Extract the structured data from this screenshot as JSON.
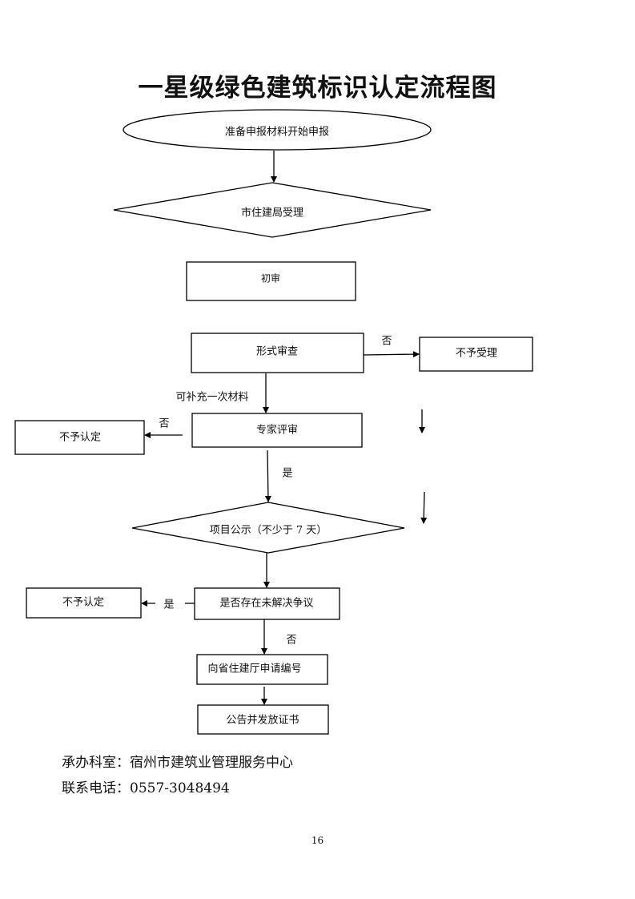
{
  "title": "一星级绿色建筑标识认定流程图",
  "nodes": {
    "start": "准备申报材料开始申报",
    "city_accept": "市住建局受理",
    "initial_review": "初审",
    "formal_review": "形式审查",
    "reject_accept": "不予受理",
    "expert_review": "专家评审",
    "reject_cert_1": "不予认定",
    "publicity": "项目公示（不少于 7 天）",
    "dispute_check": "是否存在未解决争议",
    "reject_cert_2": "不予认定",
    "apply_number": "向省住建厅申请编号",
    "announce": "公告并发放证书"
  },
  "edge_labels": {
    "formal_no": "否",
    "supplement": "可补充一次材料",
    "expert_no": "否",
    "expert_yes": "是",
    "dispute_yes": "是",
    "dispute_no": "否"
  },
  "footer": {
    "office": "承办科室：宿州市建筑业管理服务中心",
    "phone": "联系电话：0557-3048494"
  },
  "page_number": "16"
}
